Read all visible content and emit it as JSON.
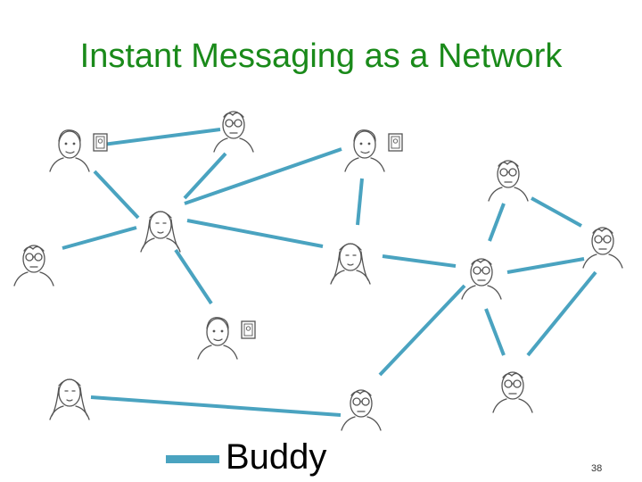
{
  "slide": {
    "title": "Instant Messaging as a Network",
    "page_number": "38"
  },
  "legend": {
    "label": "Buddy",
    "color": "#4aa3c0"
  },
  "colors": {
    "title": "#1a8a1a",
    "edge": "#4aa3c0",
    "sketch": "#555555"
  },
  "nodes": [
    {
      "id": "n1",
      "kind": "man-with-photo"
    },
    {
      "id": "n2",
      "kind": "elder-with-glasses"
    },
    {
      "id": "n3",
      "kind": "man-with-photo"
    },
    {
      "id": "n4",
      "kind": "elder-with-glasses"
    },
    {
      "id": "n5",
      "kind": "woman"
    },
    {
      "id": "n6",
      "kind": "elder-with-glasses"
    },
    {
      "id": "n7",
      "kind": "woman"
    },
    {
      "id": "n8",
      "kind": "elder-with-glasses"
    },
    {
      "id": "n9",
      "kind": "elder-with-glasses"
    },
    {
      "id": "n10",
      "kind": "man-with-photo"
    },
    {
      "id": "n11",
      "kind": "woman"
    },
    {
      "id": "n12",
      "kind": "elder-with-glasses"
    },
    {
      "id": "n13",
      "kind": "elder-with-glasses"
    }
  ],
  "edges": [
    [
      "n1",
      "n2"
    ],
    [
      "n1",
      "n5"
    ],
    [
      "n2",
      "n5"
    ],
    [
      "n3",
      "n5"
    ],
    [
      "n3",
      "n7"
    ],
    [
      "n5",
      "n6"
    ],
    [
      "n5",
      "n7"
    ],
    [
      "n5",
      "n10"
    ],
    [
      "n7",
      "n8"
    ],
    [
      "n4",
      "n8"
    ],
    [
      "n4",
      "n9"
    ],
    [
      "n8",
      "n9"
    ],
    [
      "n8",
      "n12"
    ],
    [
      "n8",
      "n13"
    ],
    [
      "n9",
      "n12"
    ],
    [
      "n11",
      "n12"
    ]
  ]
}
